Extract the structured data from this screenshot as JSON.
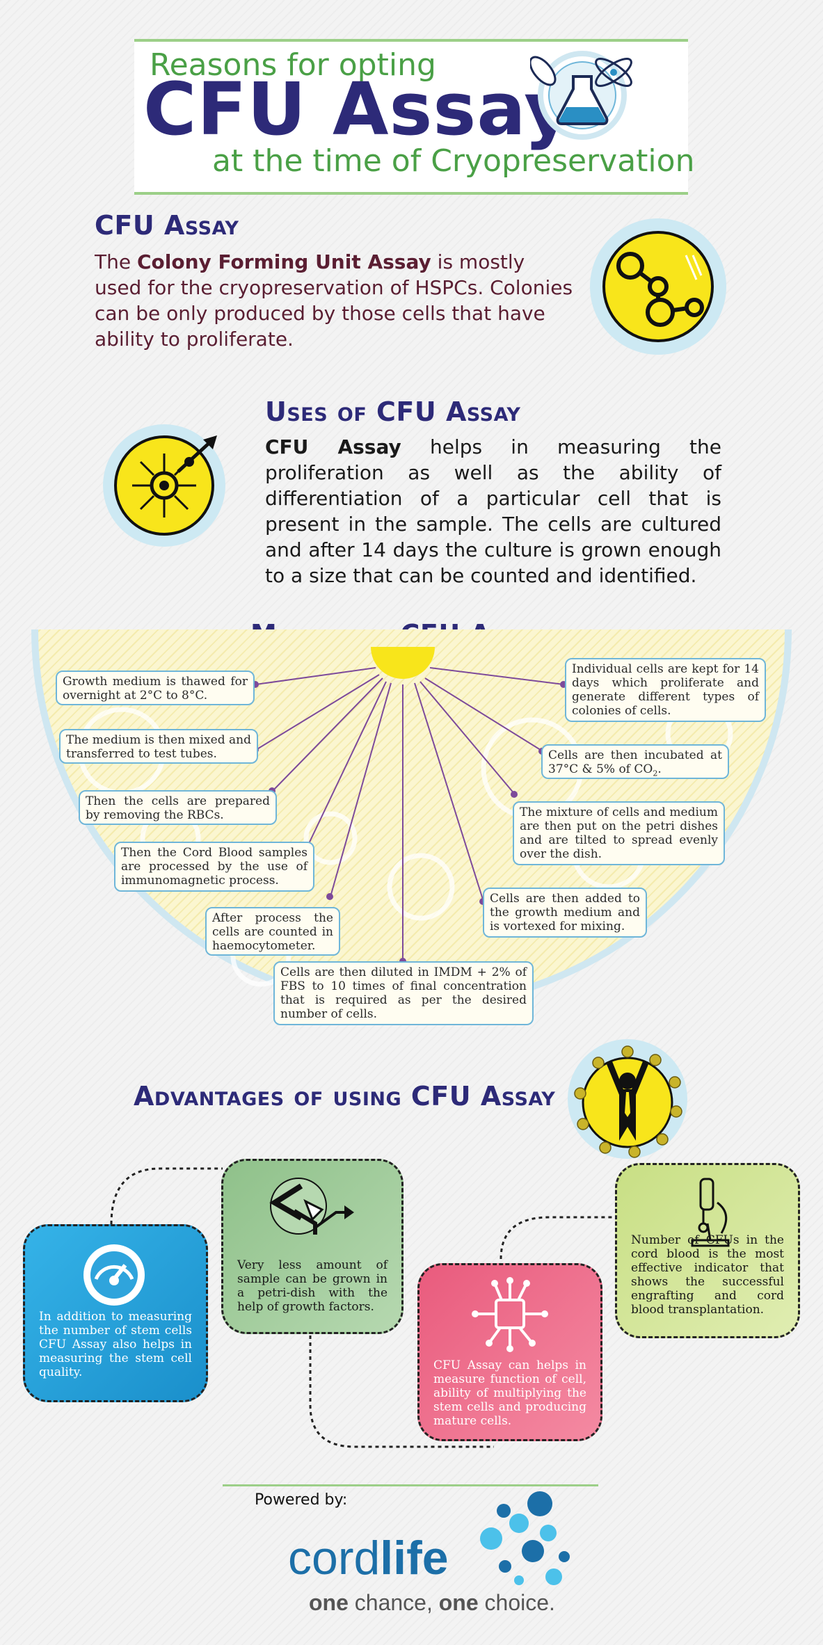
{
  "header": {
    "pre_title": "Reasons for opting",
    "main_title": "CFU Assay",
    "post_title": "at the time of Cryopreservation",
    "icon": "flask-atom-icon"
  },
  "cfu_assay": {
    "heading": "CFU Assay",
    "text_before": "The ",
    "bold_term": "Colony Forming Unit Assay",
    "text_after": " is mostly used for the cryopreservation of HSPCs. Colonies can be only produced by those cells that have ability to proliferate.",
    "icon": "molecule-icon"
  },
  "uses": {
    "heading": "Uses of CFU Assay",
    "bold_term": "CFU Assay",
    "text_after": " helps in measuring the proliferation as well as the ability of differentiation of a particular cell that is present in the sample. The cells are cultured and after 14 days the culture is grown enough to a size that can be counted and identified.",
    "icon": "cell-differentiation-icon"
  },
  "method": {
    "heading": "Method of CFU Assay",
    "steps": [
      "Growth medium is thawed for overnight at 2°C to 8°C.",
      "The medium is then mixed and transferred to test tubes.",
      "Then the cells are prepared by removing the RBCs.",
      "Then the Cord Blood samples are processed by the use of immunomagnetic process.",
      "After process the cells are counted in haemocytometer.",
      "Cells are then diluted in IMDM + 2% of FBS to 10 times of final concentration that is required as per the desired number of cells.",
      "Cells are then added to the growth medium and is vortexed for mixing.",
      "The mixture of cells and medium are then put on the petri dishes and are tilted to spread evenly over the dish.",
      "Cells are then incubated at 37°C & 5% of CO",
      "Individual cells are kept for 14 days which proliferate and generate different types of colonies of cells."
    ],
    "co2_subscript": "2",
    "co2_suffix": "."
  },
  "advantages": {
    "heading": "Advantages of using CFU Assay",
    "icon": "winner-person-icon",
    "items": [
      {
        "text": "In addition to measuring the number of stem cells CFU Assay also helps in measuring the stem cell quality.",
        "icon": "gauge-icon",
        "color": "#2fa4dc"
      },
      {
        "text": "Very less amount of sample can be grown in a petri-dish with the help of growth factors.",
        "icon": "arrows-icon",
        "color": "#9fcb9a"
      },
      {
        "text": "CFU Assay can helps in measure function of cell, ability of multiplying the stem cells and producing mature cells.",
        "icon": "circuit-icon",
        "color": "#ef6f8c"
      },
      {
        "text": "Number of CFUs in the cord blood is the most effective indicator that shows the successful engrafting and cord blood transplantation.",
        "icon": "microscope-icon",
        "color": "#cde28a"
      }
    ]
  },
  "footer": {
    "powered_by": "Powered by:",
    "brand_part1": "cord",
    "brand_part2": "life",
    "tagline_one_a": "one",
    "tagline_mid": " chance, ",
    "tagline_one_b": "one",
    "tagline_end": " choice."
  }
}
